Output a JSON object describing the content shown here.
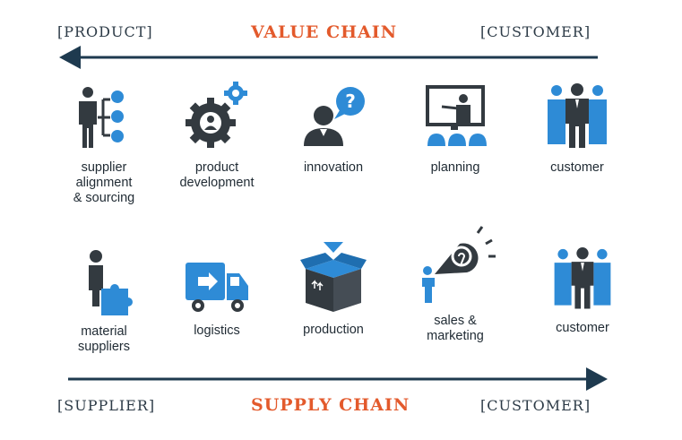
{
  "header": {
    "left": "[PRODUCT]",
    "title": "VALUE CHAIN",
    "right": "[CUSTOMER]"
  },
  "value_chain": [
    {
      "label": "supplier\nalignment\n& sourcing",
      "icon": "org-chart-person-icon"
    },
    {
      "label": "product\ndevelopment",
      "icon": "gears-person-icon"
    },
    {
      "label": "innovation",
      "icon": "person-question-bubble-icon"
    },
    {
      "label": "planning",
      "icon": "presentation-board-icon"
    },
    {
      "label": "customer",
      "icon": "customer-group-icon"
    }
  ],
  "supply_chain_items": [
    {
      "label": "material\nsuppliers",
      "icon": "person-puzzle-icon"
    },
    {
      "label": "logistics",
      "icon": "delivery-truck-icon"
    },
    {
      "label": "production",
      "icon": "open-box-icon"
    },
    {
      "label": "sales &\nmarketing",
      "icon": "megaphone-person-icon"
    },
    {
      "label": "customer",
      "icon": "customer-group-icon"
    }
  ],
  "footer": {
    "left": "[SUPPLIER]",
    "title": "SUPPLY CHAIN",
    "right": "[CUSTOMER]"
  },
  "colors": {
    "accent": "#e35a2c",
    "dark": "#333a40",
    "blue": "#2e8bd6",
    "navy": "#1e3a4f"
  }
}
